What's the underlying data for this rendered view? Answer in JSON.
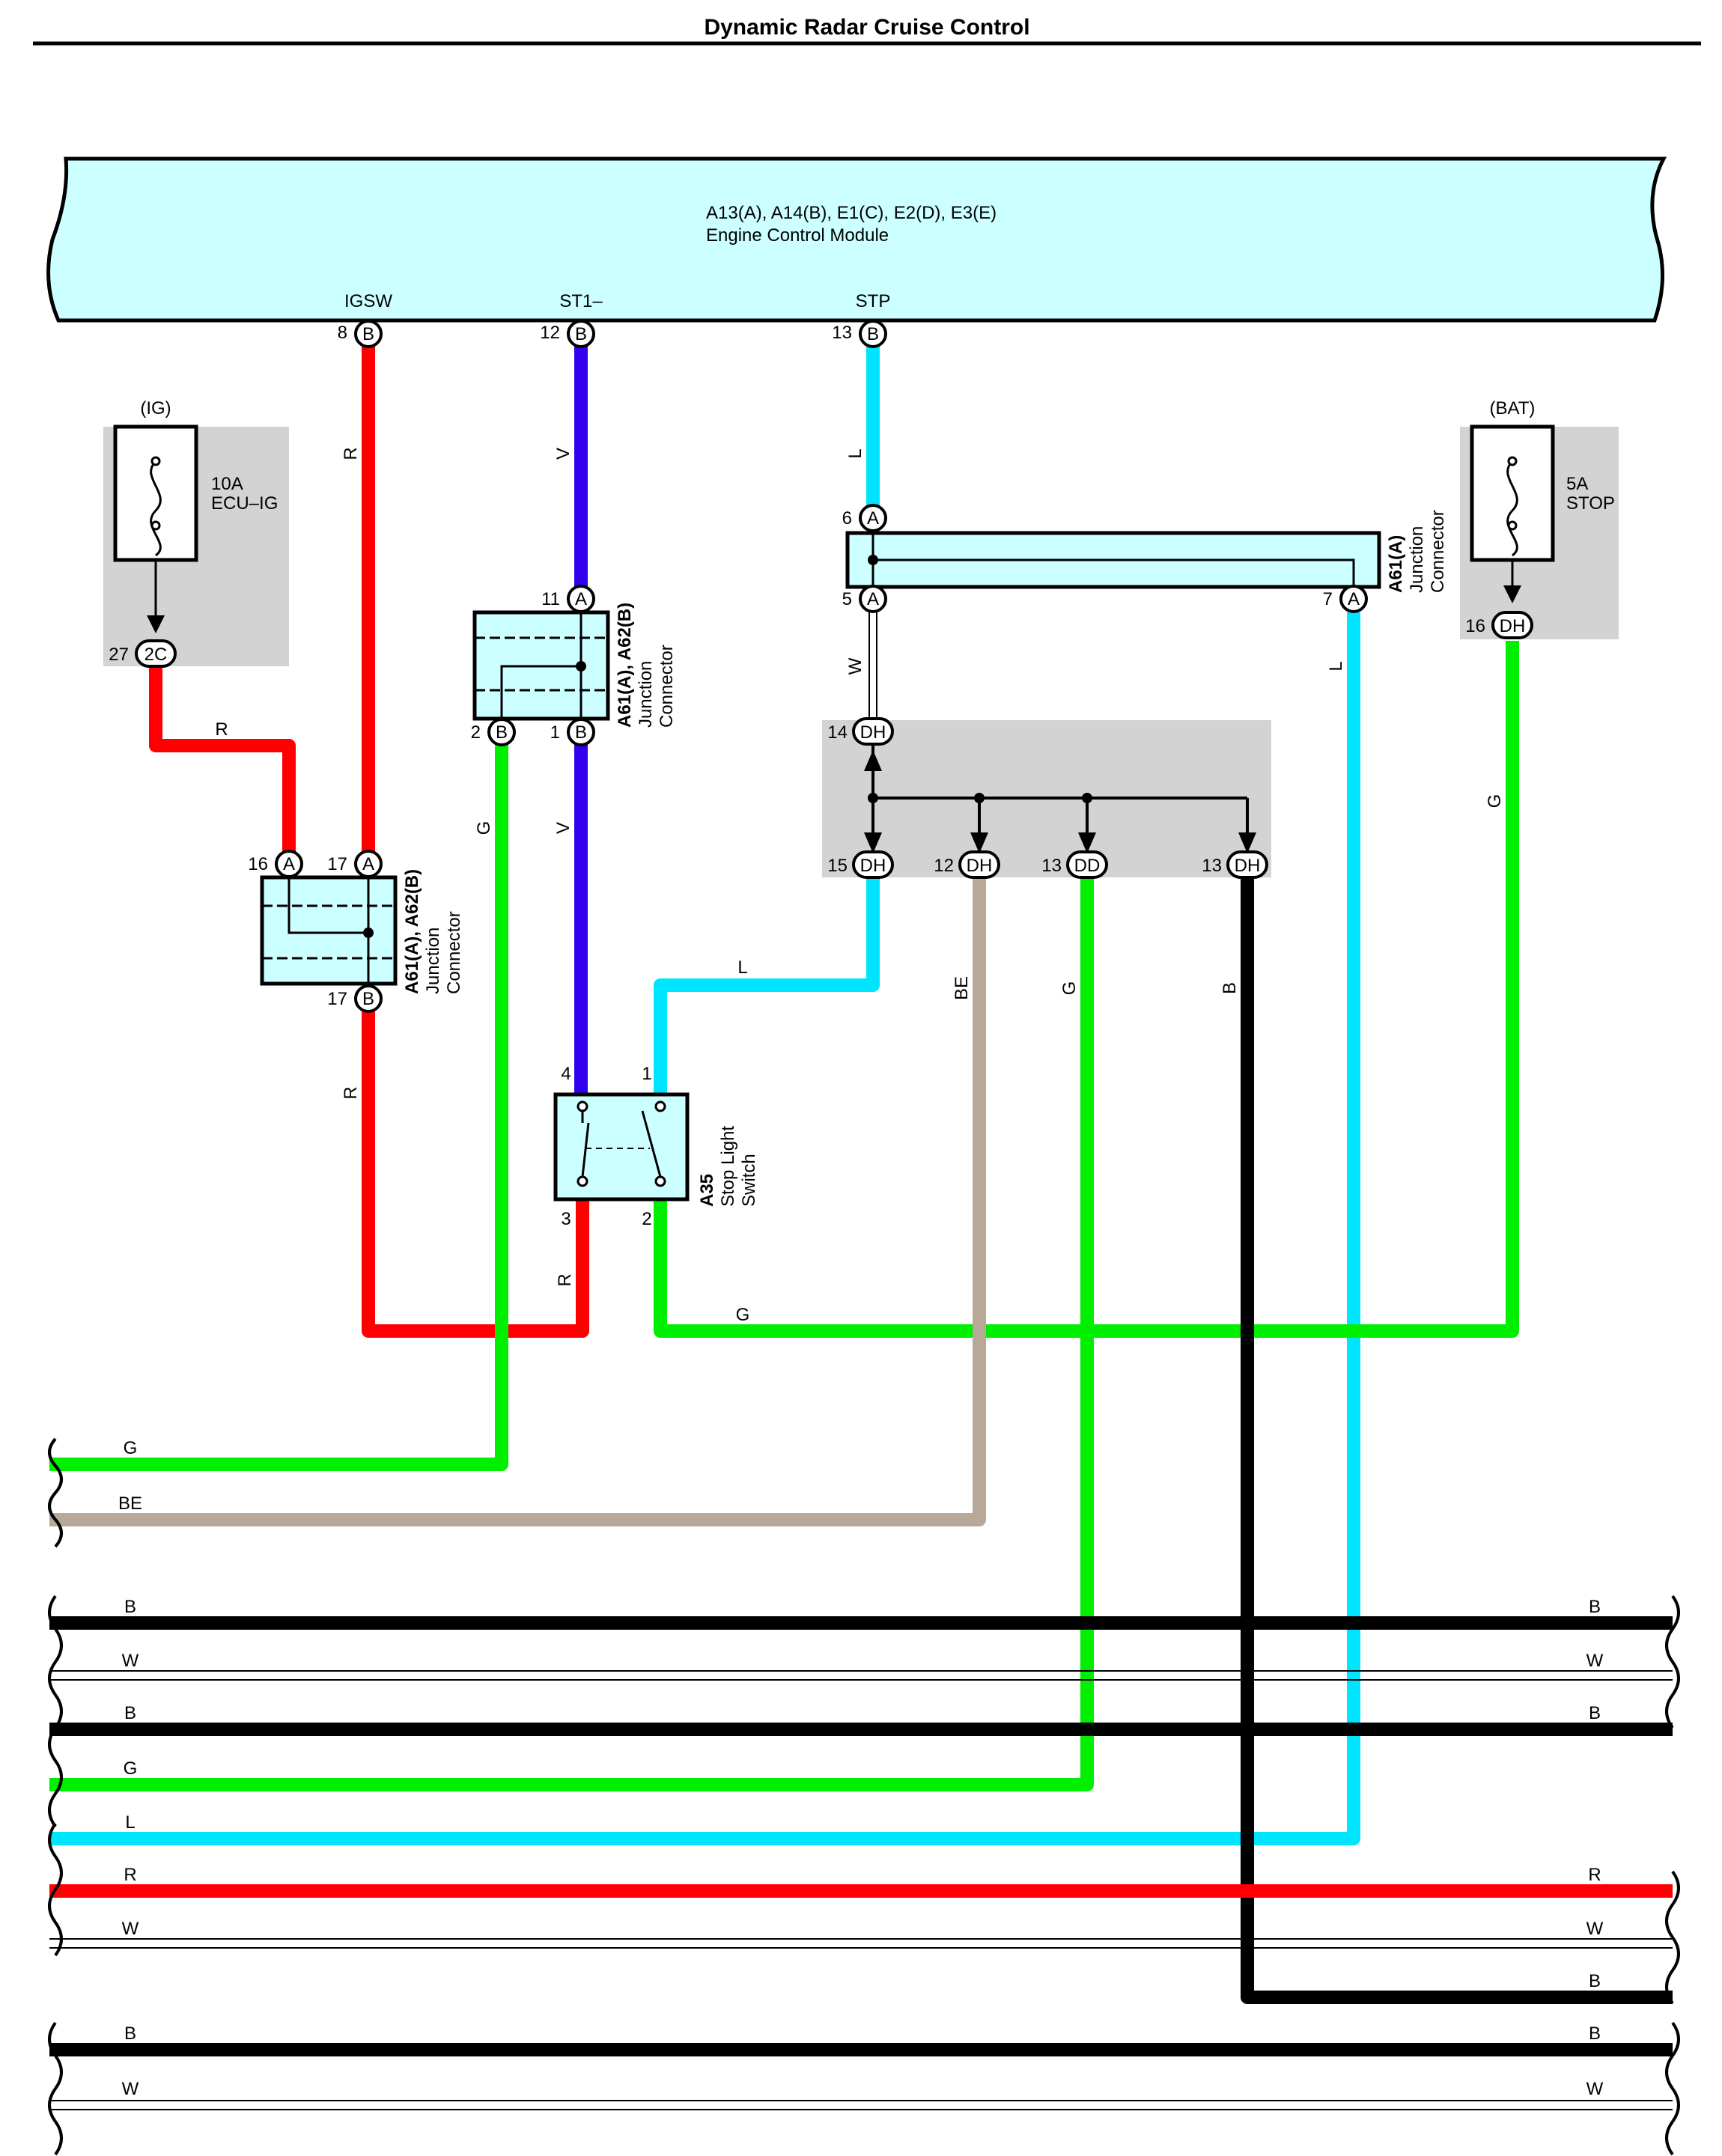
{
  "page_title": "Dynamic Radar Cruise Control",
  "ecm": {
    "code": "A13(A), A14(B), E1(C), E2(D), E3(E)",
    "name": "Engine Control Module",
    "pins": [
      {
        "name": "IGSW",
        "num": "8",
        "conn": "B"
      },
      {
        "name": "ST1–",
        "num": "12",
        "conn": "B"
      },
      {
        "name": "STP",
        "num": "13",
        "conn": "B"
      }
    ]
  },
  "fuse_ig": {
    "group": "(IG)",
    "rating": "10A",
    "name": "ECU–IG",
    "pin_num": "27",
    "pin_conn": "2C"
  },
  "fuse_bat": {
    "group": "(BAT)",
    "rating": "5A",
    "name": "STOP",
    "pin_num": "16",
    "pin_conn": "DH"
  },
  "jc_left": {
    "code": "A61(A), A62(B)",
    "name1": "Junction",
    "name2": "Connector",
    "pins": [
      {
        "num": "16",
        "conn": "A"
      },
      {
        "num": "17",
        "conn": "A"
      },
      {
        "num": "17",
        "conn": "B"
      }
    ]
  },
  "jc_mid": {
    "code": "A61(A), A62(B)",
    "name1": "Junction",
    "name2": "Connector",
    "pins": [
      {
        "num": "11",
        "conn": "A"
      },
      {
        "num": "2",
        "conn": "B"
      },
      {
        "num": "1",
        "conn": "B"
      }
    ]
  },
  "jc_right": {
    "code": "A61(A)",
    "name1": "Junction",
    "name2": "Connector",
    "pins": [
      {
        "num": "6",
        "conn": "A"
      },
      {
        "num": "5",
        "conn": "A"
      },
      {
        "num": "7",
        "conn": "A"
      }
    ]
  },
  "splice": {
    "pins": [
      {
        "num": "14",
        "conn": "DH"
      },
      {
        "num": "15",
        "conn": "DH"
      },
      {
        "num": "12",
        "conn": "DH"
      },
      {
        "num": "13",
        "conn": "DD"
      },
      {
        "num": "13",
        "conn": "DH"
      }
    ]
  },
  "stop_switch": {
    "code": "A35",
    "name1": "Stop Light",
    "name2": "Switch",
    "pins": [
      "4",
      "1",
      "3",
      "2"
    ]
  },
  "wire_labels": {
    "r": "R",
    "v": "V",
    "l": "L",
    "w": "W",
    "g": "G",
    "be": "BE",
    "b": "B"
  },
  "bus_rows": [
    {
      "left": "G",
      "right": ""
    },
    {
      "left": "BE",
      "right": ""
    },
    {
      "left": "B",
      "right": "B"
    },
    {
      "left": "W",
      "right": "W"
    },
    {
      "left": "B",
      "right": "B"
    },
    {
      "left": "G",
      "right": ""
    },
    {
      "left": "L",
      "right": ""
    },
    {
      "left": "R",
      "right": "R"
    },
    {
      "left": "W",
      "right": "W"
    },
    {
      "left": "",
      "right": "B"
    },
    {
      "left": "B",
      "right": "B"
    },
    {
      "left": "W",
      "right": "W"
    }
  ],
  "colors": {
    "red": "#ff0000",
    "violet": "#3300ee",
    "blue": "#00e5ff",
    "green": "#00ee00",
    "beige": "#b8a898",
    "black": "#000000",
    "ecm_fill": "#ccffff",
    "gray_box": "#d3d3d3"
  }
}
